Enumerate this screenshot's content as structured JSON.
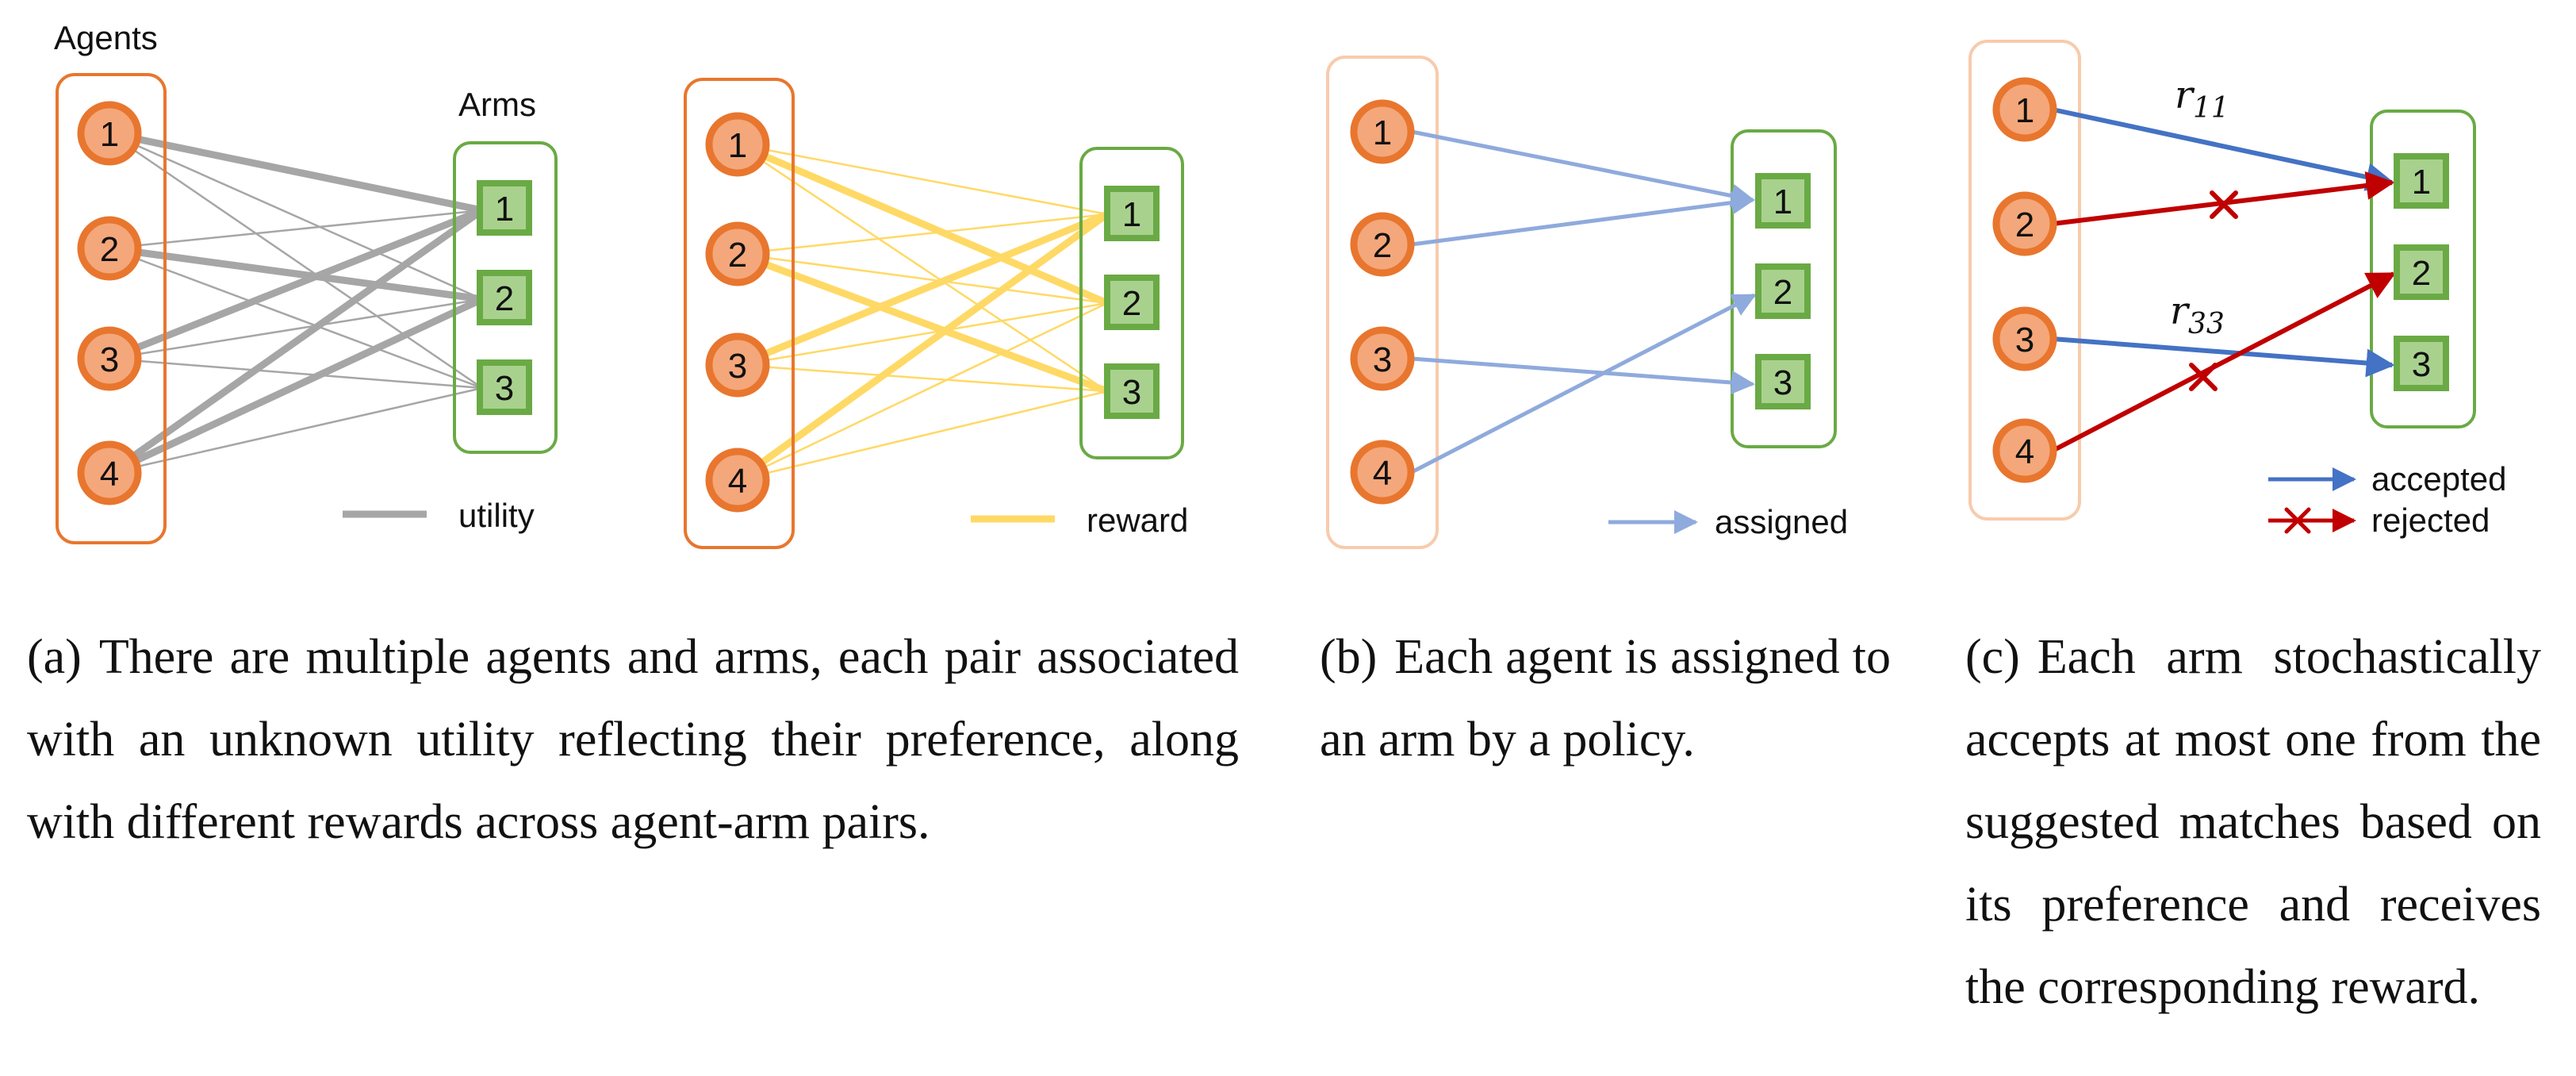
{
  "colors": {
    "agent_fill": "#F4A77A",
    "agent_stroke": "#E8762E",
    "arm_fill": "#A9D18E",
    "arm_stroke": "#6AAA45",
    "utility": "#A6A6A6",
    "reward": "#FFD966",
    "assigned": "#8FAADC",
    "accepted": "#4472C4",
    "rejected": "#C00000"
  },
  "panel_a": {
    "agents_title": "Agents",
    "arms_title": "Arms",
    "agents": [
      "1",
      "2",
      "3",
      "4"
    ],
    "arms": [
      "1",
      "2",
      "3"
    ],
    "legend": "utility"
  },
  "panel_b": {
    "agents": [
      "1",
      "2",
      "3",
      "4"
    ],
    "arms": [
      "1",
      "2",
      "3"
    ],
    "legend": "reward"
  },
  "panel_c": {
    "agents": [
      "1",
      "2",
      "3",
      "4"
    ],
    "arms": [
      "1",
      "2",
      "3"
    ],
    "legend": "assigned"
  },
  "panel_d": {
    "agents": [
      "1",
      "2",
      "3",
      "4"
    ],
    "arms": [
      "1",
      "2",
      "3"
    ],
    "r11_main": "r",
    "r11_sub": "11",
    "r33_main": "r",
    "r33_sub": "33",
    "legend_accepted": "accepted",
    "legend_rejected": "rejected"
  },
  "captions": {
    "a_tag": "(a)",
    "a_text": "There are multiple agents and arms, each pair associated with an unknown utility reflecting their preference, along with different rewards across agent-arm pairs.",
    "b_tag": "(b)",
    "b_text": "Each agent is assigned to an arm by a policy.",
    "c_tag": "(c)",
    "c_text": "Each arm stochastically accepts at most one from the suggested matches based on its preference and receives the corresponding reward."
  }
}
